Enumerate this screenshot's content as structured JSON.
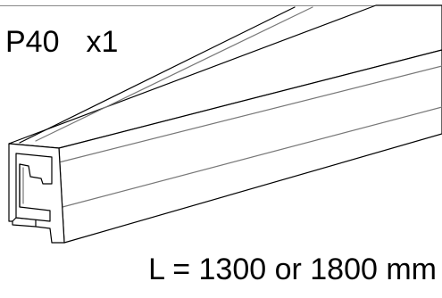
{
  "part": {
    "code": "P40",
    "quantity": "x1"
  },
  "dimension": {
    "length_text": "L = 1300 or 1800 mm"
  }
}
